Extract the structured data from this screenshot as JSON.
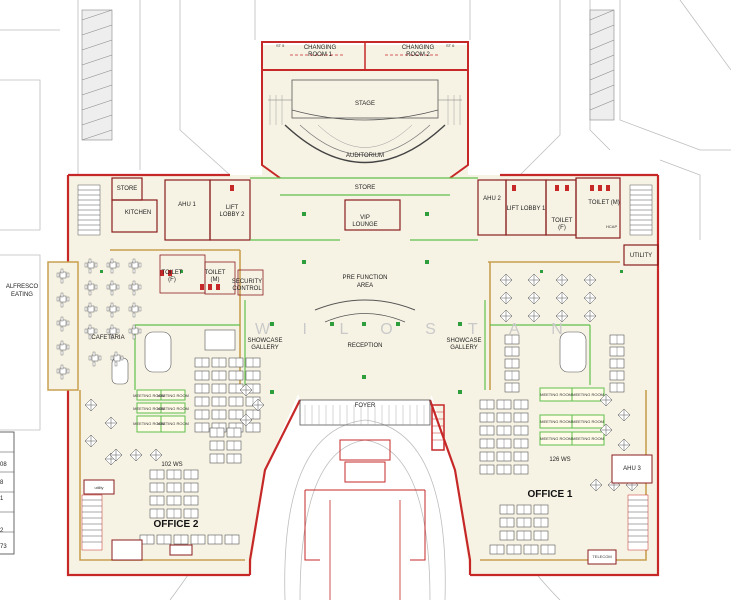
{
  "labels": {
    "changing_room_1": [
      "CHANGING",
      "ROOM 1"
    ],
    "changing_room_2": [
      "CHANGING",
      "ROOM 2"
    ],
    "st5": "ST 5",
    "st6": "ST 6",
    "stage": "STAGE",
    "auditorium": "AUDITORIUM",
    "store_top": "STORE",
    "store_left": "STORE",
    "kitchen": "KITCHEN",
    "ahu1": "AHU 1",
    "lift_lobby_2": [
      "LIFT",
      "LOBBY 2"
    ],
    "vip_lounge": [
      "VIP",
      "LOUNGE"
    ],
    "ahu2": "AHU 2",
    "lift_lobby_1": "LIFT LOBBY 1",
    "toilet_m_right": "TOILET (M)",
    "toilet_f_right": [
      "TOILET",
      "(F)"
    ],
    "hcap": "HCAP",
    "utility_right": "UTILITY",
    "alfresco_eating": [
      "ALFRESCO",
      "EATING"
    ],
    "toilet_f_left": [
      "TOILET",
      "(F)"
    ],
    "toilet_m_left": [
      "TOILET",
      "(M)"
    ],
    "security_control": [
      "SECURITY",
      "CONTROL"
    ],
    "pre_function_area": [
      "PRE FUNCTION",
      "AREA"
    ],
    "cafetaria": "CAFETARIA",
    "showcase_gallery_left": [
      "SHOWCASE",
      "GALLERY"
    ],
    "reception": "RECEPTION",
    "showcase_gallery_right": [
      "SHOWCASE",
      "GALLERY"
    ],
    "foyer": "FOYER",
    "meeting_room": "MEETING ROOM",
    "ws_102": "102 WS",
    "ws_126": "126 WS",
    "ahu3": "AHU 3",
    "office_1": "OFFICE 1",
    "office_2": "OFFICE 2",
    "utility_left": "utility",
    "telecom": "TELECOM",
    "watermark": "W I L O S T A N"
  },
  "legend_rows": [
    "08",
    "8",
    "1",
    "2",
    "73"
  ],
  "colors": {
    "wall_red": "#c62828",
    "wall_dark": "#8a1c1c",
    "partition_green": "#5fbf4a",
    "marker_green": "#2e9e3c",
    "floor_cream": "#f7f3e4",
    "stair_grey": "#888888",
    "site_grey": "#bdbdbd",
    "furniture_line": "#555555",
    "tan_wall": "#c8a050"
  }
}
